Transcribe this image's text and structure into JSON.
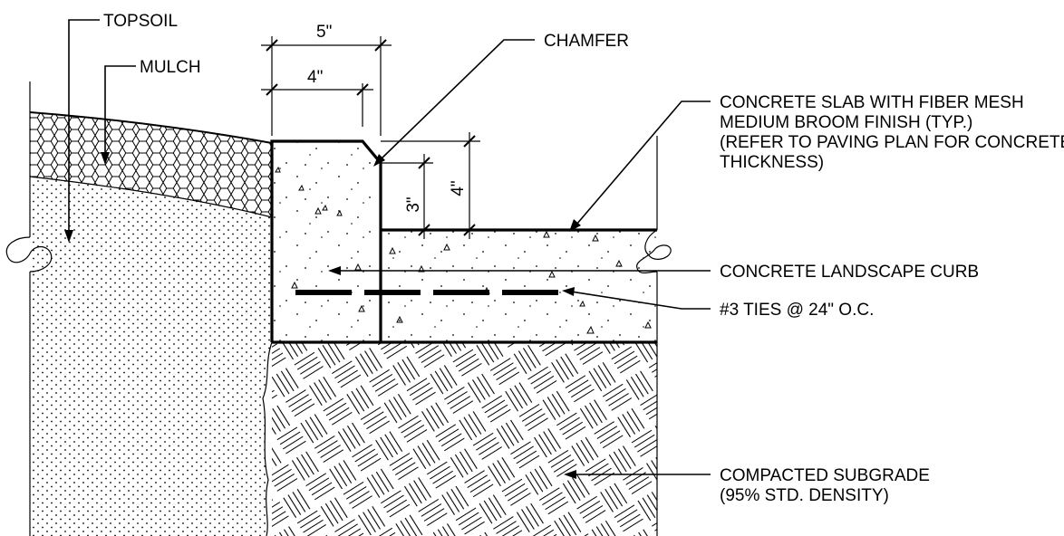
{
  "labels": {
    "topsoil": "TOPSOIL",
    "mulch": "MULCH",
    "chamfer": "CHAMFER",
    "slab_line1": "CONCRETE SLAB WITH FIBER MESH",
    "slab_line2": "MEDIUM BROOM FINISH (TYP.)",
    "slab_line3": "(REFER TO PAVING PLAN FOR CONCRETE",
    "slab_line4": "THICKNESS)",
    "curb": "CONCRETE LANDSCAPE CURB",
    "ties": "#3 TIES @ 24\" O.C.",
    "subgrade_line1": "COMPACTED SUBGRADE",
    "subgrade_line2": "(95% STD. DENSITY)"
  },
  "dimensions": {
    "curb_top_width": "5\"",
    "curb_inner_width": "4\"",
    "reveal_height": "3\"",
    "curb_height": "4\""
  }
}
